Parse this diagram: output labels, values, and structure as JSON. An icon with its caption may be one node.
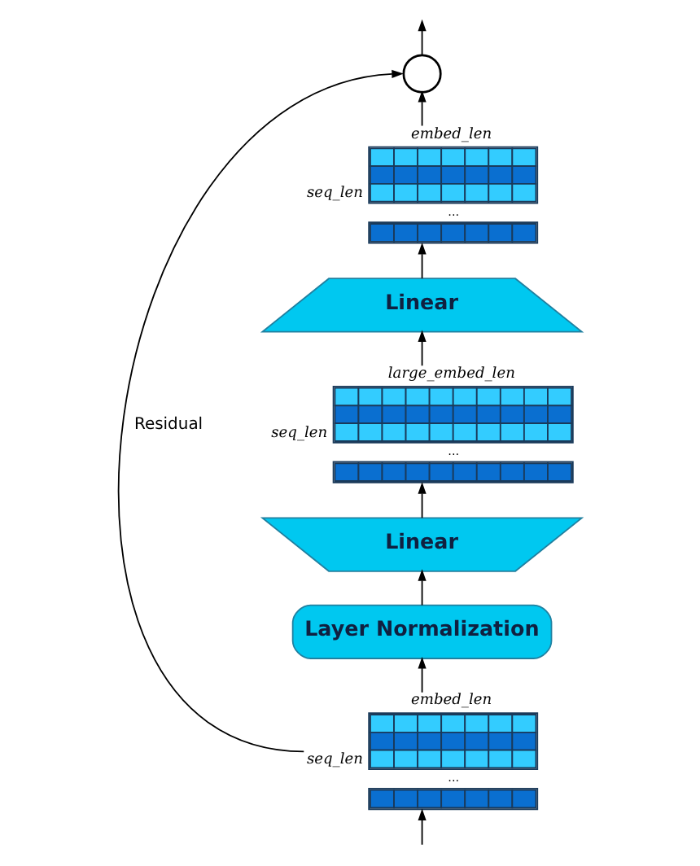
{
  "diagram": {
    "nodes": [
      {
        "text": [],
        "shape": "circle"
      },
      {
        "text": [],
        "shape": "grid",
        "beside": [
          "embed_len",
          "seq_len",
          "..."
        ]
      },
      {
        "text": [
          "Linear"
        ]
      },
      {
        "text": [],
        "shape": "grid",
        "beside": [
          "large_embed_len",
          "seq_len",
          "..."
        ]
      },
      {
        "text": [
          "Linear"
        ]
      },
      {
        "text": [
          "Layer Normalization"
        ]
      },
      {
        "text": [],
        "shape": "grid",
        "beside": [
          "embed_len",
          "seq_len",
          "..."
        ]
      }
    ],
    "edges": [
      {
        "from": 0,
        "to": null,
        "arrow": "to"
      },
      {
        "from": 1,
        "to": 0,
        "arrow": "to"
      },
      {
        "from": 2,
        "to": 1,
        "arrow": "to"
      },
      {
        "from": 3,
        "to": 2,
        "arrow": "to"
      },
      {
        "from": 4,
        "to": 3,
        "arrow": "to"
      },
      {
        "from": 5,
        "to": 4,
        "arrow": "to"
      },
      {
        "from": 6,
        "to": 5,
        "arrow": "to"
      },
      {
        "from": 6,
        "to": 0,
        "arrow": "to",
        "label": "Residual"
      },
      {
        "from": null,
        "to": 6,
        "arrow": "to"
      }
    ]
  }
}
